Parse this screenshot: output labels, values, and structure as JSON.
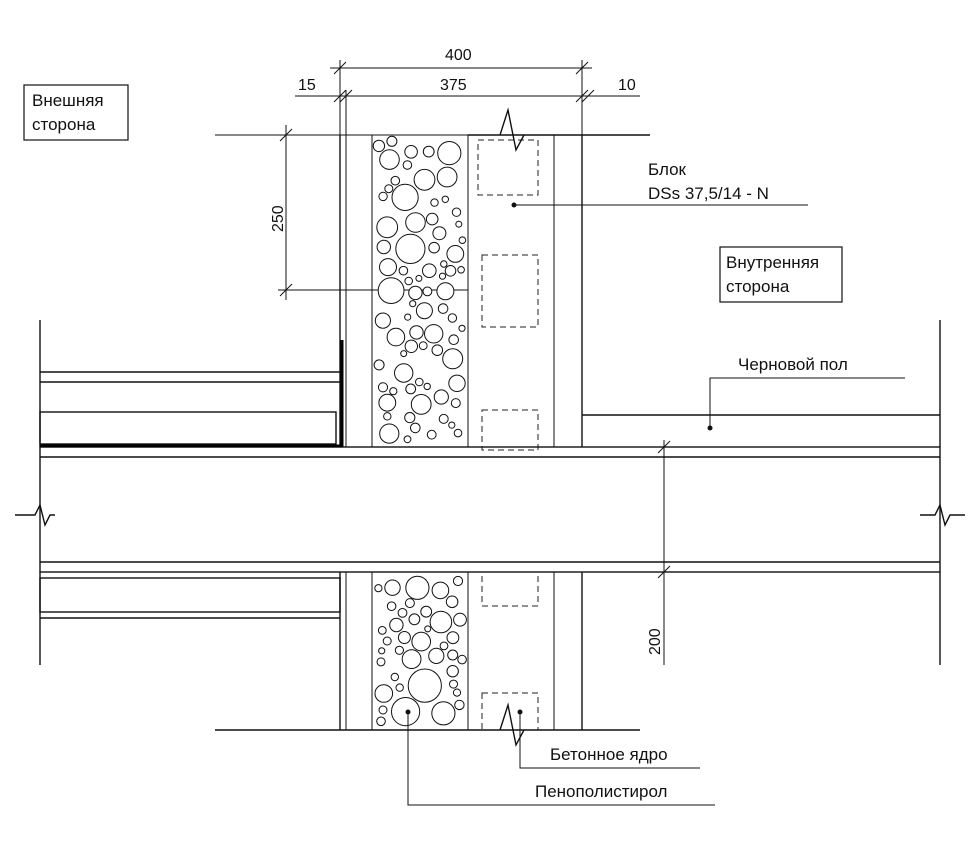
{
  "labels": {
    "outer_side_line1": "Внешняя",
    "outer_side_line2": "сторона",
    "inner_side_line1": "Внутренняя",
    "inner_side_line2": "сторона",
    "block_line1": "Блок",
    "block_line2": "DSs 37,5/14 - N",
    "subfloor": "Черновой пол",
    "concrete_core": "Бетонное ядро",
    "eps": "Пенополистирол"
  },
  "dimensions": {
    "total_width": "400",
    "block_width": "375",
    "outer_plaster": "15",
    "inner_plaster": "10",
    "block_height": "250",
    "slab_thickness": "200"
  }
}
